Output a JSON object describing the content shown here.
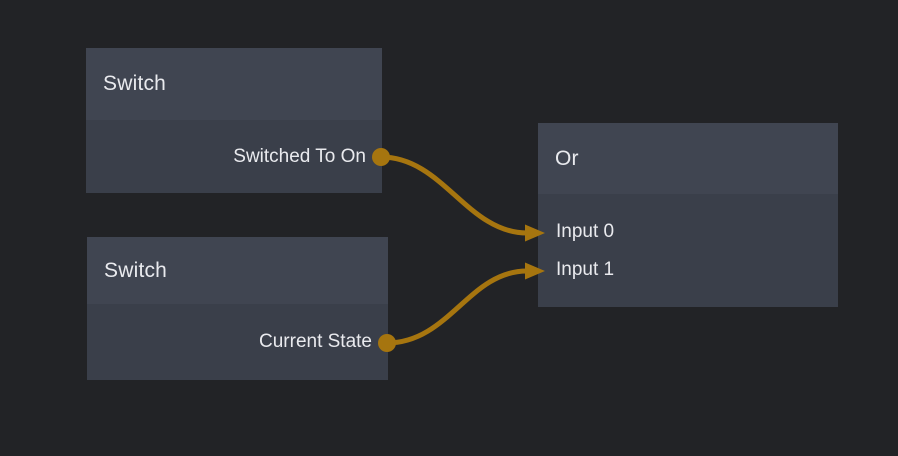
{
  "canvas": {
    "type": "node-graph-editor"
  },
  "colors": {
    "background": "#222326",
    "node_header": "#404551",
    "node_body": "#3a3f4a",
    "text": "#e9eaee",
    "wire": "#a6750f"
  },
  "nodes": [
    {
      "id": "switch-1",
      "title": "Switch",
      "outputs": [
        "Switched To On"
      ],
      "inputs": []
    },
    {
      "id": "switch-2",
      "title": "Switch",
      "outputs": [
        "Current State"
      ],
      "inputs": []
    },
    {
      "id": "or-1",
      "title": "Or",
      "outputs": [],
      "inputs": [
        "Input 0",
        "Input 1"
      ]
    }
  ],
  "edges": [
    {
      "from_node": "switch-1",
      "from_port": "Switched To On",
      "to_node": "or-1",
      "to_port": "Input 0"
    },
    {
      "from_node": "switch-2",
      "from_port": "Current State",
      "to_node": "or-1",
      "to_port": "Input 1"
    }
  ]
}
